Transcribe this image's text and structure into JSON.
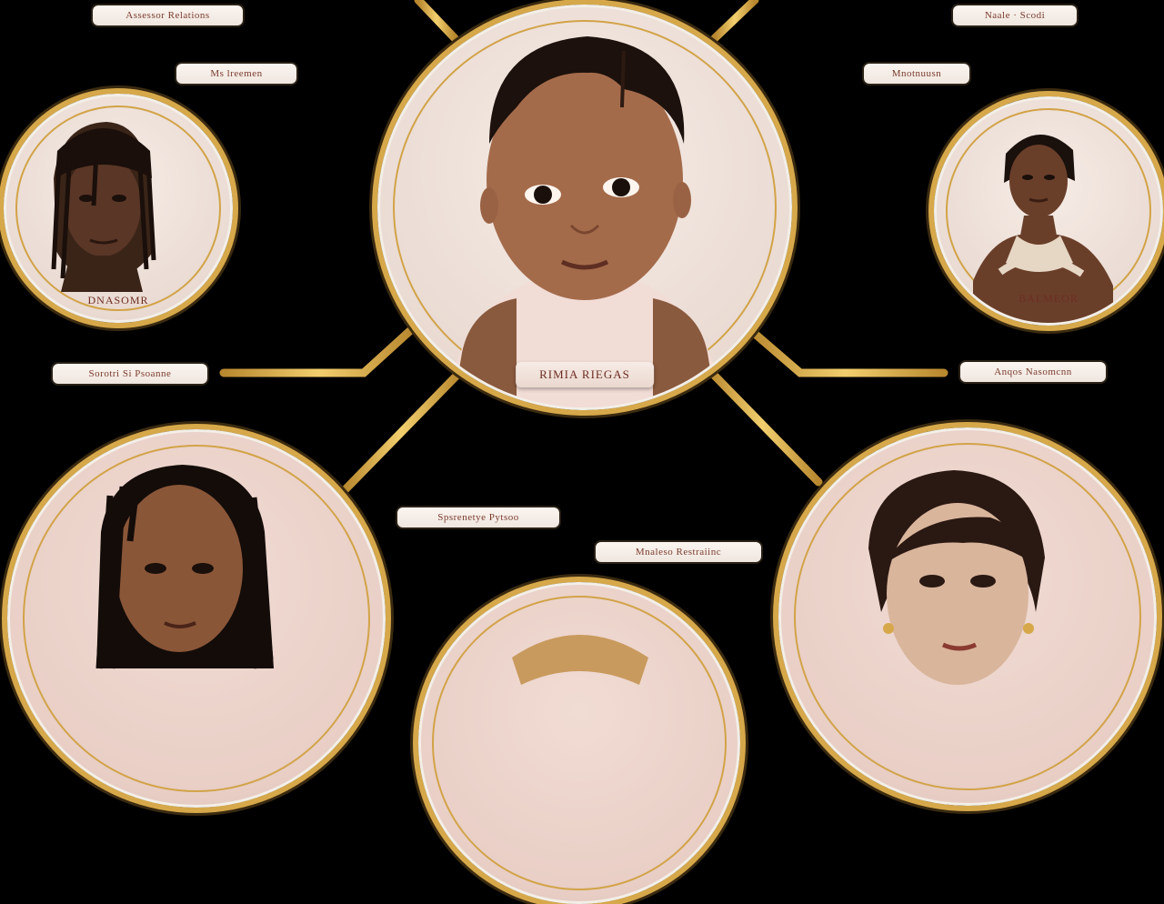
{
  "labels": {
    "top_left_1": "Assessor Relations",
    "top_left_2": "Ms lreemen",
    "top_right_1": "Naale · Scodi",
    "top_right_2": "Mnotnuusn",
    "mid_left": "Sorotri Si Psoanne",
    "mid_right": "Anqos Nasomcnn",
    "bottom_center_1": "Spsrenetye Pytsoo",
    "bottom_center_2": "Mnaleso Restraiinc"
  },
  "nodes": {
    "center_name": "RIMIA RIEGAS",
    "left_name": "DNASOMR",
    "right_name": "BALMEOR"
  },
  "colors": {
    "background": "#000000",
    "gold": "#d6a84a",
    "label_text": "#7a3b2c",
    "node_fill": "#f1dcd4"
  }
}
